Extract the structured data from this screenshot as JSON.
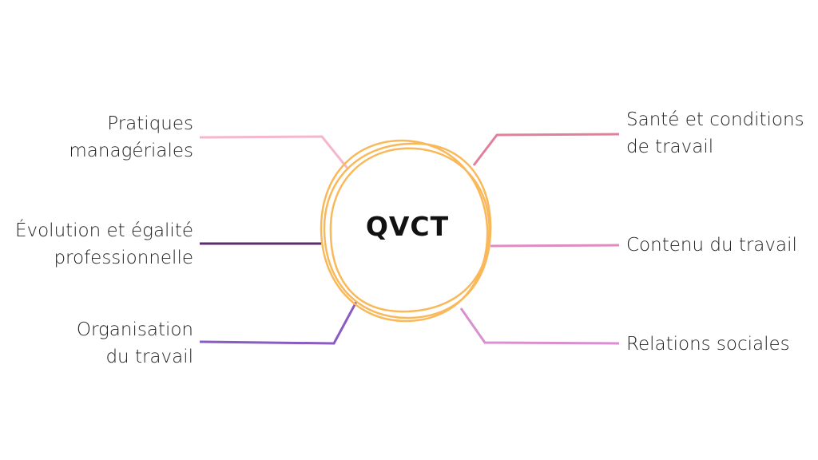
{
  "center": {
    "title": "QVCT"
  },
  "branches": {
    "pratiques": {
      "label": "Pratiques\nmanagériales",
      "color": "#f5b7cc"
    },
    "evolution": {
      "label": "Évolution et égalité\nprofessionnelle",
      "color": "#5c2d6e"
    },
    "organisation": {
      "label": "Organisation\ndu travail",
      "color": "#8a5cc2"
    },
    "sante": {
      "label": "Santé et conditions\nde travail",
      "color": "#e2809c"
    },
    "contenu": {
      "label": "Contenu du travail",
      "color": "#e08cc0"
    },
    "relations": {
      "label": "Relations sociales",
      "color": "#d98fd0"
    }
  },
  "colors": {
    "circle": "#f9b95a"
  }
}
